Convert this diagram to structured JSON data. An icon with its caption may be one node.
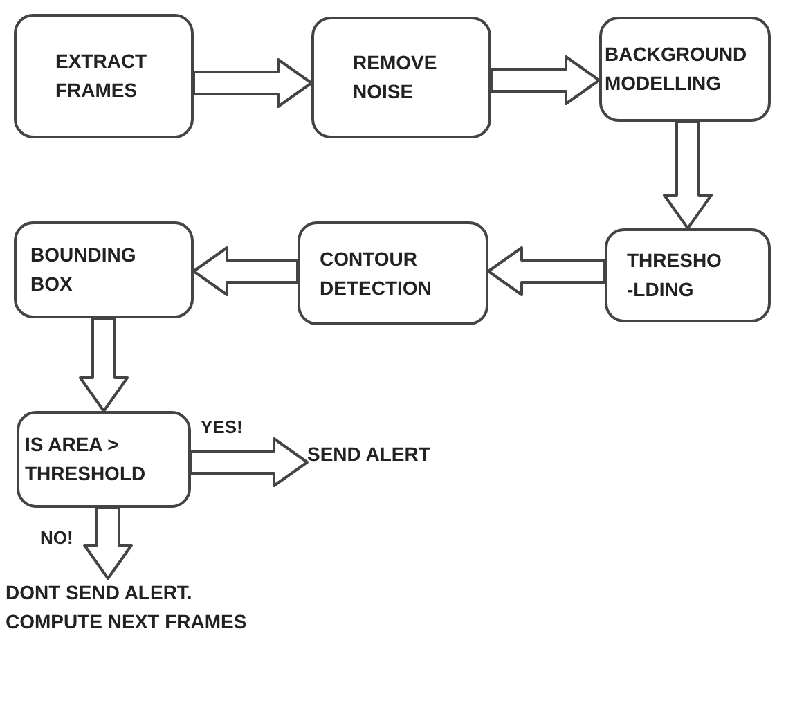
{
  "diagram": {
    "nodes": [
      {
        "text": [
          "EXTRACT FRAMES"
        ]
      },
      {
        "text": [
          "REMOVE NOISE"
        ]
      },
      {
        "text": [
          "BACKGROUND MODELLING"
        ]
      },
      {
        "text": [
          "THRESHO -LDING"
        ]
      },
      {
        "text": [
          "CONTOUR DETECTION"
        ]
      },
      {
        "text": [
          "BOUNDING BOX"
        ]
      },
      {
        "text": [
          "IS AREA > THRESHOLD"
        ]
      },
      {
        "text": [
          "SEND ALERT"
        ]
      },
      {
        "text": [
          "DONT SEND ALERT. COMPUTE NEXT FRAMES"
        ]
      }
    ],
    "edges": [
      {
        "from": 0,
        "to": 1,
        "arrow": "to"
      },
      {
        "from": 1,
        "to": 2,
        "arrow": "to"
      },
      {
        "from": 2,
        "to": 3,
        "arrow": "to"
      },
      {
        "from": 3,
        "to": 4,
        "arrow": "to"
      },
      {
        "from": 4,
        "to": 5,
        "arrow": "to"
      },
      {
        "from": 5,
        "to": 6,
        "arrow": "to"
      },
      {
        "from": 6,
        "to": 7,
        "arrow": "to",
        "label": "YES!"
      },
      {
        "from": 6,
        "to": 8,
        "arrow": "to",
        "label": "NO!"
      }
    ]
  }
}
